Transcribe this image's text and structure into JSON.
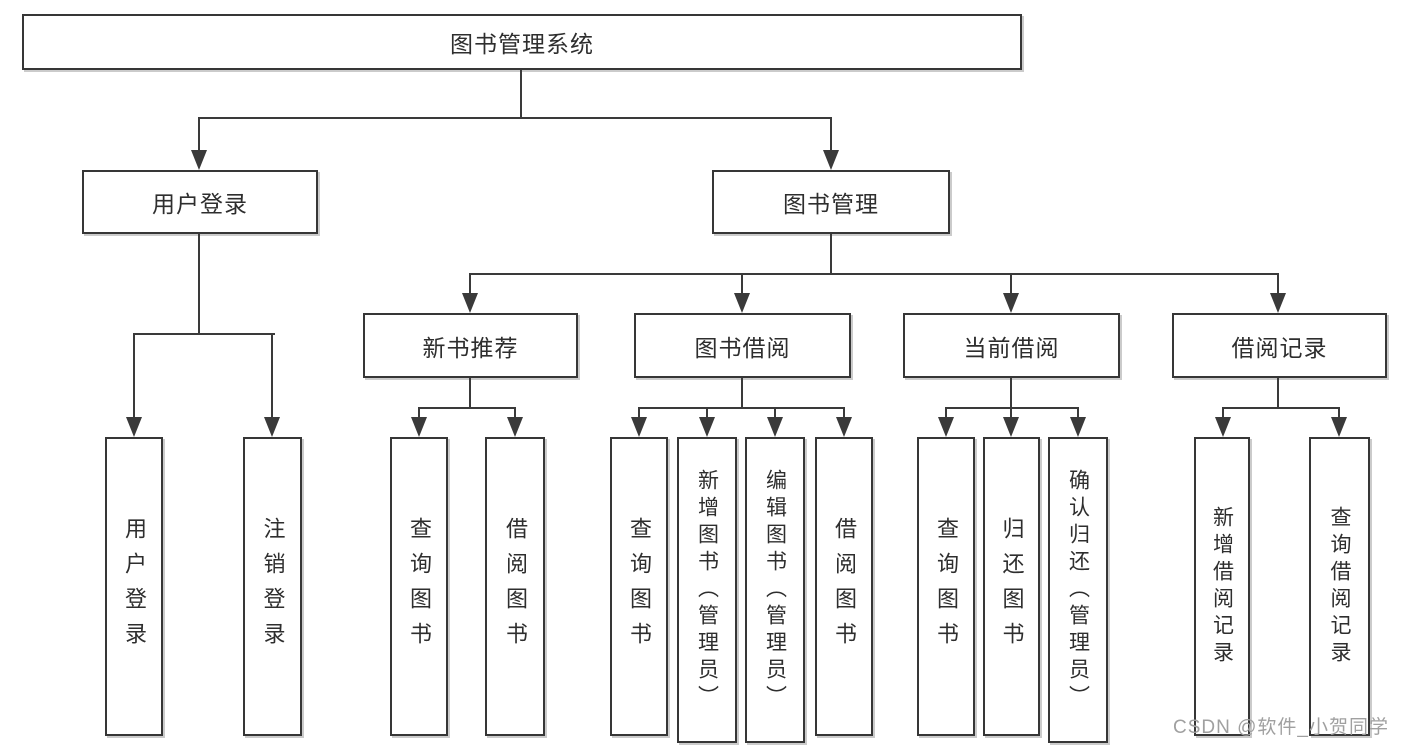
{
  "colors": {
    "line": "#3a3a3a",
    "box_border": "#363636",
    "text": "#2e2e2e",
    "watermark": "#a0a0a0",
    "background": "#ffffff"
  },
  "watermark": {
    "text": "CSDN @软件_小贺同学"
  },
  "tree": {
    "label": "图书管理系统",
    "children": [
      {
        "label": "用户登录",
        "children": [
          {
            "label": "用户登录"
          },
          {
            "label": "注销登录"
          }
        ]
      },
      {
        "label": "图书管理",
        "children": [
          {
            "label": "新书推荐",
            "children": [
              {
                "label": "查询图书"
              },
              {
                "label": "借阅图书"
              }
            ]
          },
          {
            "label": "图书借阅",
            "children": [
              {
                "label": "查询图书"
              },
              {
                "label": "新增图书（管理员）"
              },
              {
                "label": "编辑图书（管理员）"
              },
              {
                "label": "借阅图书"
              }
            ]
          },
          {
            "label": "当前借阅",
            "children": [
              {
                "label": "查询图书"
              },
              {
                "label": "归还图书"
              },
              {
                "label": "确认归还（管理员）"
              }
            ]
          },
          {
            "label": "借阅记录",
            "children": [
              {
                "label": "新增借阅记录"
              },
              {
                "label": "查询借阅记录"
              }
            ]
          }
        ]
      }
    ]
  }
}
